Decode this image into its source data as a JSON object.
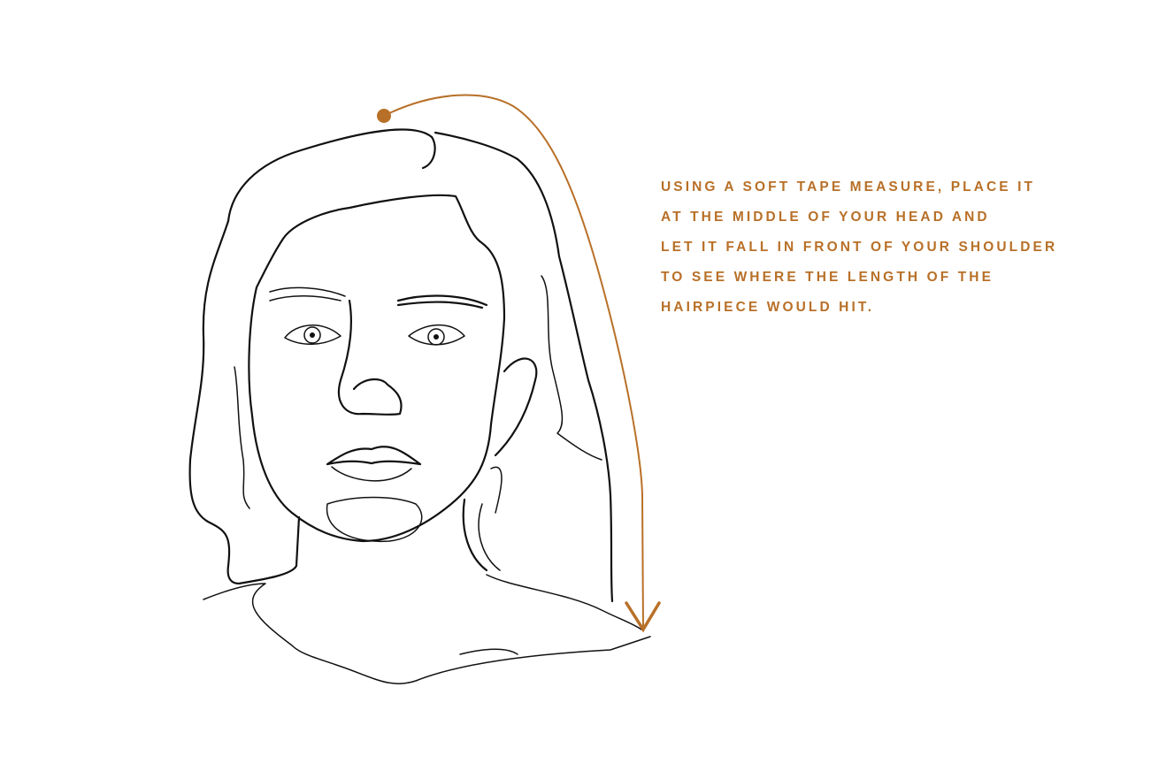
{
  "accent_color": "#b87028",
  "illustration": {
    "subject": "line-drawing-portrait",
    "measure_icon": "tape-measure-arrow"
  },
  "instructions": {
    "lines": [
      "USING A SOFT TAPE MEASURE, PLACE IT",
      "AT THE MIDDLE OF YOUR HEAD AND",
      "LET IT FALL IN FRONT OF YOUR SHOULDER",
      "TO SEE WHERE THE LENGTH OF THE",
      "HAIRPIECE WOULD HIT."
    ]
  }
}
